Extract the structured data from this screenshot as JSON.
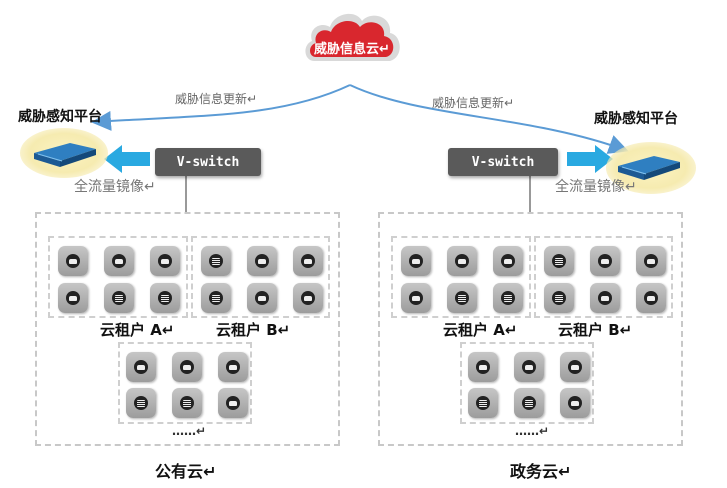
{
  "threat_cloud": {
    "label": "威胁信息云↵"
  },
  "update_labels": {
    "left": "威胁信息更新↵",
    "right": "威胁信息更新↵"
  },
  "platforms": {
    "left": "威胁感知平台",
    "right": "威胁感知平台"
  },
  "mirror_labels": {
    "left": "全流量镜像↵",
    "right": "全流量镜像↵"
  },
  "vswitch": {
    "left": "V-switch",
    "right": "V-switch"
  },
  "public_cloud": {
    "tenant_a": "云租户 A↵",
    "tenant_b": "云租户 B↵",
    "ellipsis": "……↵",
    "title": "公有云↵"
  },
  "gov_cloud": {
    "tenant_a": "云租户 A↵",
    "tenant_b": "云租户 B↵",
    "ellipsis": "……↵",
    "title": "政务云↵"
  },
  "colors": {
    "cloud_red": "#d9272e",
    "line_blue": "#5b9bd5",
    "arrow_blue": "#29a9e1",
    "switch_gray": "#5a5a5a"
  }
}
